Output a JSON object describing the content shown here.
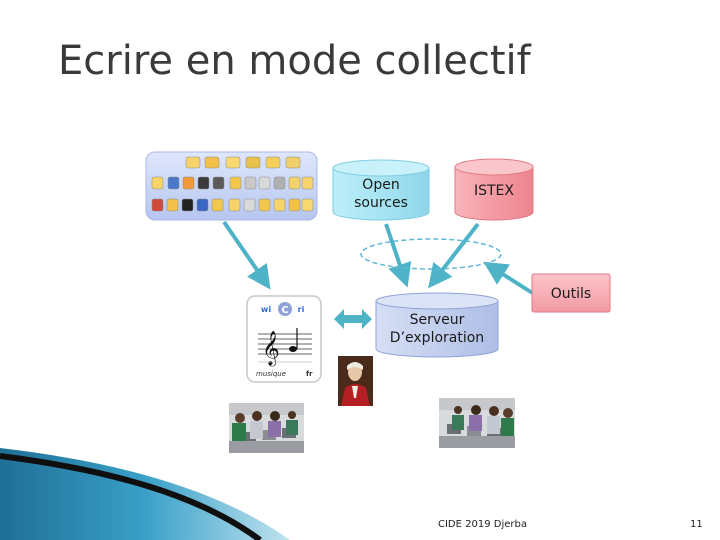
{
  "slide": {
    "title": "Ecrire en mode collectif",
    "footer": "CIDE 2019 Djerba",
    "page_number": "11"
  },
  "diagram": {
    "open_sources": [
      "Open",
      "sources"
    ],
    "istex": "ISTEX",
    "outils": "Outils",
    "serveur": [
      "Serveur",
      "D’exploration"
    ],
    "wiki": {
      "left": "wi",
      "center": "C",
      "right": "ri",
      "caption": "musique",
      "lang": "fr"
    }
  },
  "colors": {
    "cyan_cylinder": "#aee8f5",
    "red_cylinder": "#f5a0a8",
    "blue_cylinder": "#c8d3ee",
    "arrow": "#4fb3c8",
    "footer_blue": "#2a7fa8"
  }
}
